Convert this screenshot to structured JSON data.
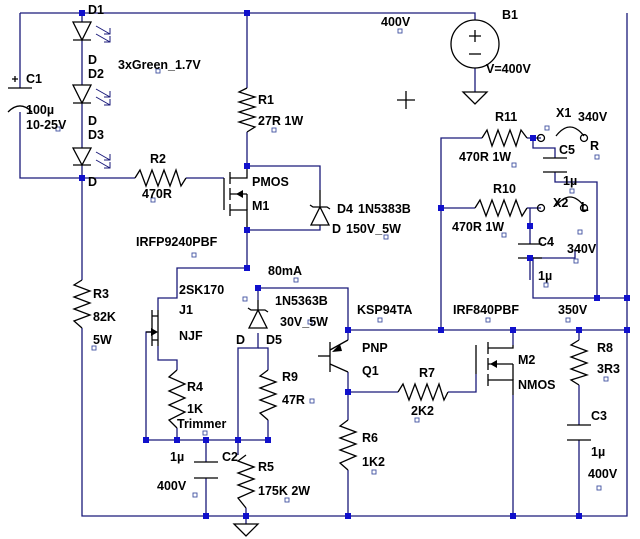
{
  "labels": {
    "D1": "D1",
    "D1_type": "D",
    "D2": "D2",
    "D2_type": "D",
    "D3": "D3",
    "D3_type": "D",
    "leds": "3xGreen_1.7V",
    "C1": "C1",
    "C1_val": "100µ",
    "C1_volt": "10-25V",
    "B1": "B1",
    "B1_val": "V=400V",
    "net400": "400V",
    "R1": "R1",
    "R1_val": "27R 1W",
    "R2": "R2",
    "R2_val": "470R",
    "PMOS": "PMOS",
    "M1": "M1",
    "D4": "D4",
    "D4_part": "1N5383B",
    "D4_type": "D",
    "D4_val": "150V_5W",
    "M1_part": "IRFP9240PBF",
    "R3": "R3",
    "R3_val": "82K",
    "R3_pow": "5W",
    "current": "80mA",
    "J1_part": "2SK170",
    "J1": "J1",
    "NJF": "NJF",
    "D5_part": "1N5363B",
    "D5_val": "30V_5W",
    "D5_type": "D",
    "D5": "D5",
    "Q1_part": "KSP94TA",
    "PNP": "PNP",
    "Q1": "Q1",
    "M2_part": "IRF840PBF",
    "net350": "350V",
    "M2": "M2",
    "NMOS": "NMOS",
    "R4": "R4",
    "R4_val": "1K",
    "R4_note": "Trimmer",
    "R9": "R9",
    "R9_val": "47R",
    "R7": "R7",
    "R7_val": "2K2",
    "R8": "R8",
    "R8_val": "3R3",
    "R6": "R6",
    "R6_val": "1K2",
    "C2_val": "1µ",
    "C2": "C2",
    "C2_volt": "400V",
    "R5": "R5",
    "R5_val": "175K 2W",
    "C3": "C3",
    "C3_val": "1µ",
    "C3_volt": "400V",
    "R11": "R11",
    "R11_val": "470R 1W",
    "X1": "X1",
    "X1_val": "340V",
    "X1_pin": "R",
    "C5": "C5",
    "C5_val": "1µ",
    "R10": "R10",
    "R10_val": "470R 1W",
    "X2": "X2",
    "X2_pin": "L",
    "X2_val": "340V",
    "C4": "C4",
    "C4_val": "1µ"
  }
}
